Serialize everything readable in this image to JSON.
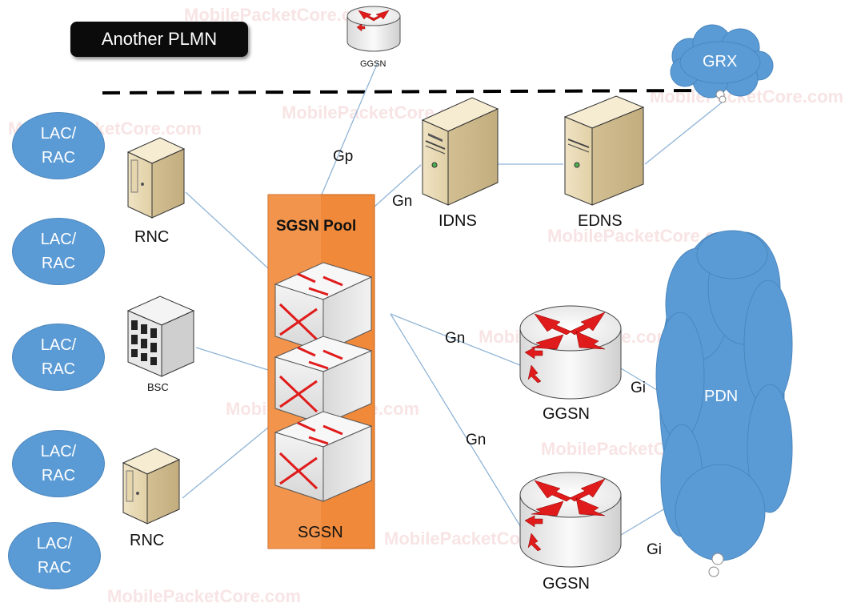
{
  "header": {
    "plmn_label": "Another PLMN"
  },
  "top_ggsn": {
    "label": "GGSN"
  },
  "clouds": {
    "grx": "GRX",
    "pdn": "PDN"
  },
  "pool": {
    "title": "SGSN Pool",
    "sgsn_label": "SGSN"
  },
  "lac_rac": [
    {
      "line1": "LAC/",
      "line2": "RAC"
    },
    {
      "line1": "LAC/",
      "line2": "RAC"
    },
    {
      "line1": "LAC/",
      "line2": "RAC"
    },
    {
      "line1": "LAC/",
      "line2": "RAC"
    },
    {
      "line1": "LAC/",
      "line2": "RAC"
    }
  ],
  "access_nodes": {
    "rnc_top": "RNC",
    "bsc": "BSC",
    "rnc_bottom": "RNC"
  },
  "servers": {
    "idns": "IDNS",
    "edns": "EDNS"
  },
  "ggsns": {
    "upper": "GGSN",
    "lower": "GGSN"
  },
  "interfaces": {
    "gp": "Gp",
    "gn_idns": "Gn",
    "gn_upper": "Gn",
    "gn_lower": "Gn",
    "gi_upper": "Gi",
    "gi_lower": "Gi"
  },
  "watermark": "MobilePacketCore.com",
  "colors": {
    "cloud": "#5b9bd5",
    "pool": "#ef7e22",
    "router_arrow": "#e01b1b"
  }
}
